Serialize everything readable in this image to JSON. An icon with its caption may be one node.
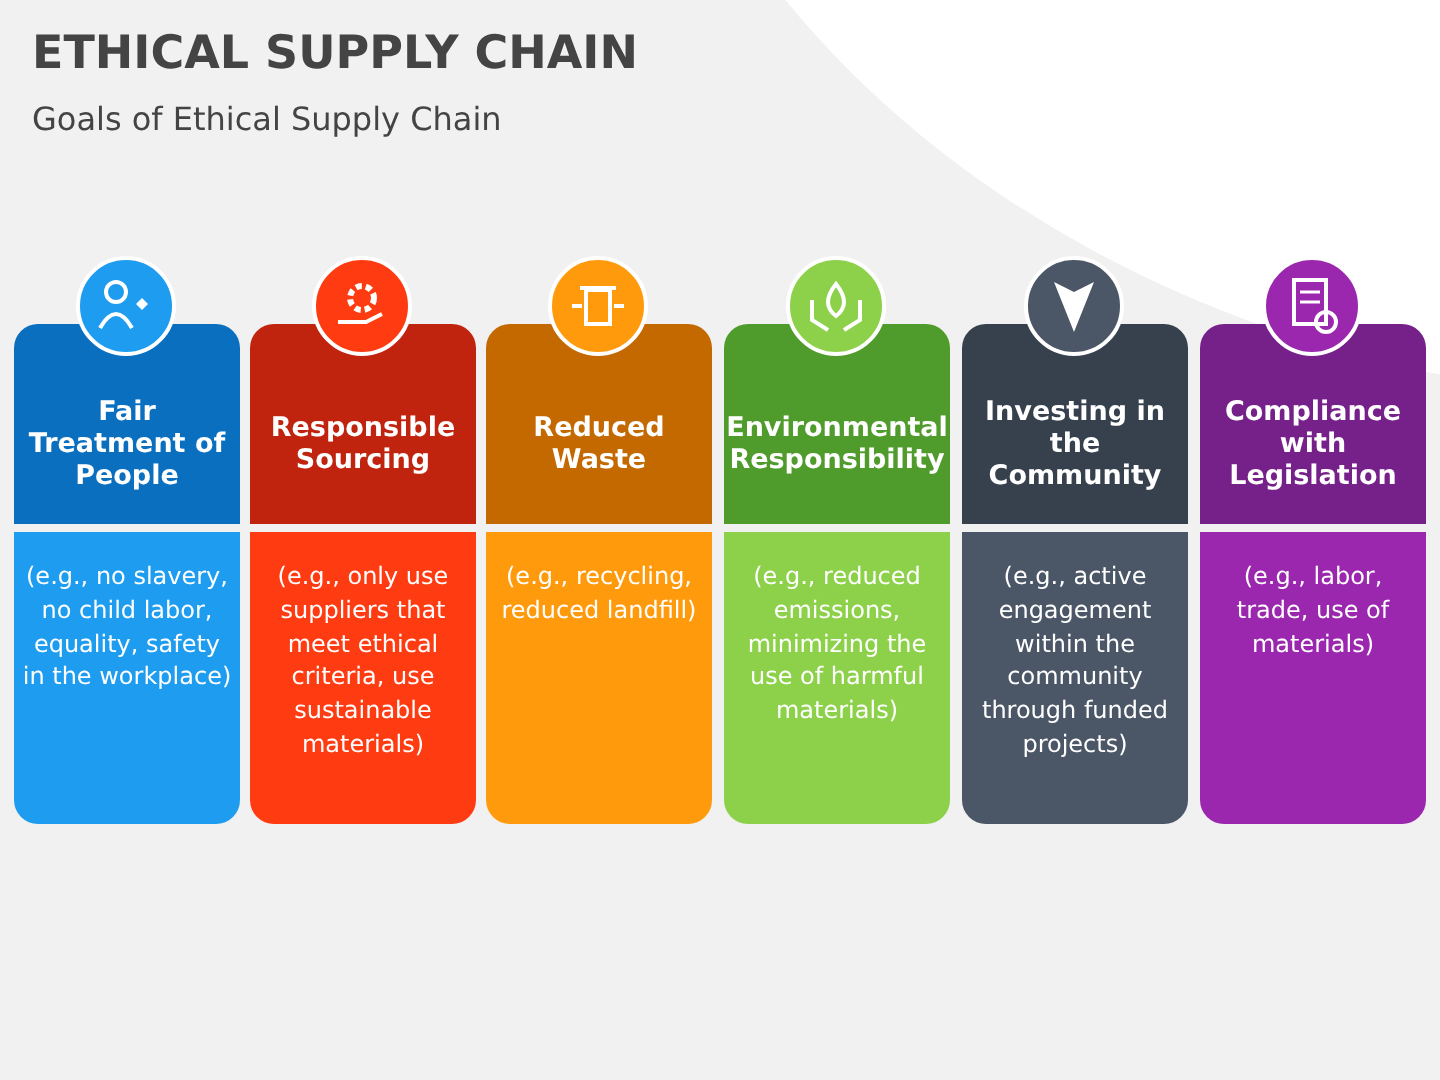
{
  "diagram": {
    "title": "ETHICAL SUPPLY CHAIN",
    "nodes": [
      {
        "text": [
          "Fair Treatment of People"
        ]
      },
      {
        "text": [
          "(e.g., no slavery, no child labor, equality, safety in the workplace)"
        ]
      },
      {
        "text": [
          "Responsible Sourcing"
        ]
      },
      {
        "text": [
          "(e.g., only use suppliers that meet ethical criteria, use sustainable materials)"
        ]
      },
      {
        "text": [
          "Reduced Waste"
        ]
      },
      {
        "text": [
          "(e.g., recycling, reduced landfill)"
        ]
      },
      {
        "text": [
          "Environmental Responsibility"
        ]
      },
      {
        "text": [
          "(e.g., reduced emissions, minimizing the use of harmful materials)"
        ]
      },
      {
        "text": [
          "Investing in the Community"
        ]
      },
      {
        "text": [
          "(e.g., active engagement within the community through funded projects)"
        ]
      },
      {
        "text": [
          "Compliance with Legislation"
        ]
      },
      {
        "text": [
          "(e.g., labor, trade, use of materials)"
        ]
      }
    ],
    "edges": [],
    "labels": [
      "Goals of Ethical Supply Chain"
    ]
  }
}
